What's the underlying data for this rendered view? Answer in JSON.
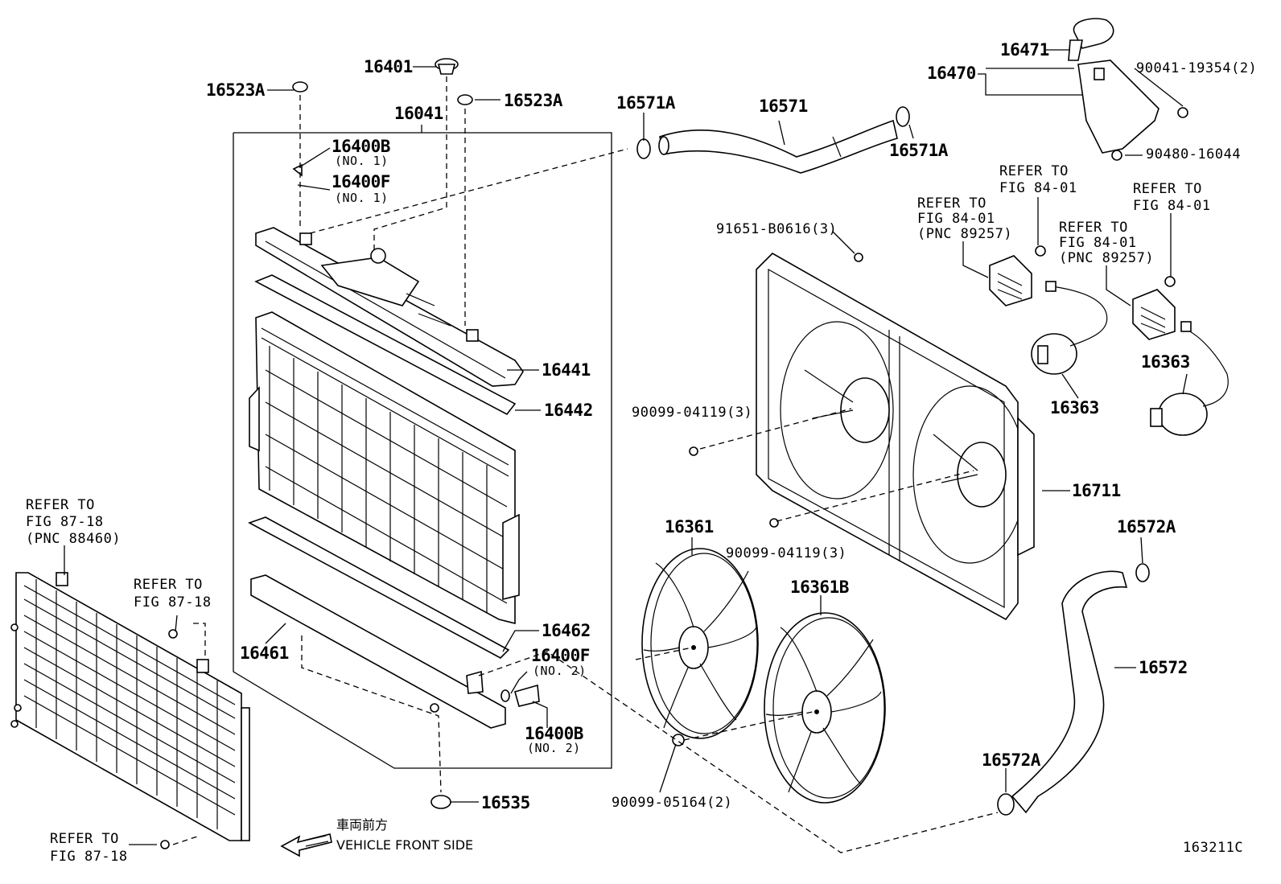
{
  "labels": {
    "p16523a_left": "16523A",
    "p16401": "16401",
    "p16523a_right": "16523A",
    "p16041": "16041",
    "p16400b_top": "16400B",
    "p16400b_top_no": "(NO. 1)",
    "p16400f_top": "16400F",
    "p16400f_top_no": "(NO. 1)",
    "p16441": "16441",
    "p16442": "16442",
    "p16462": "16462",
    "p16461": "16461",
    "p16400f_bot": "16400F",
    "p16400f_bot_no": "(NO. 2)",
    "p16400b_bot": "16400B",
    "p16400b_bot_no": "(NO. 2)",
    "p16535": "16535",
    "p16571a_left": "16571A",
    "p16571": "16571",
    "p16571a_right": "16571A",
    "p16471": "16471",
    "p16470": "16470",
    "p90041": "90041-19354(2)",
    "p90480": "90480-16044",
    "p91651": "91651-B0616(3)",
    "p90099_04119_a": "90099-04119(3)",
    "p90099_04119_b": "90099-04119(3)",
    "p16711": "16711",
    "p16361": "16361",
    "p16361b": "16361B",
    "p90099_05164": "90099-05164(2)",
    "p16363_a": "16363",
    "p16363_b": "16363",
    "p16572a_top": "16572A",
    "p16572": "16572",
    "p16572a_bot": "16572A"
  },
  "refs": {
    "ref_fig84_a": [
      "REFER TO",
      "FIG 84-01"
    ],
    "ref_fig84_pnc_a": [
      "REFER TO",
      "FIG 84-01",
      "(PNC 89257)"
    ],
    "ref_fig84_b": [
      "REFER TO",
      "FIG 84-01"
    ],
    "ref_fig84_pnc_b": [
      "REFER TO",
      "FIG 84-01",
      "(PNC 89257)"
    ],
    "ref_fig87_pnc": [
      "REFER TO",
      "FIG 87-18",
      "(PNC 88460)"
    ],
    "ref_fig87_mid": [
      "REFER TO",
      "FIG 87-18"
    ],
    "ref_fig87_bot": [
      "REFER TO",
      "FIG 87-18"
    ]
  },
  "direction": {
    "jp": "車両前方",
    "en": "VEHICLE FRONT SIDE"
  },
  "figure_id": "163211C"
}
